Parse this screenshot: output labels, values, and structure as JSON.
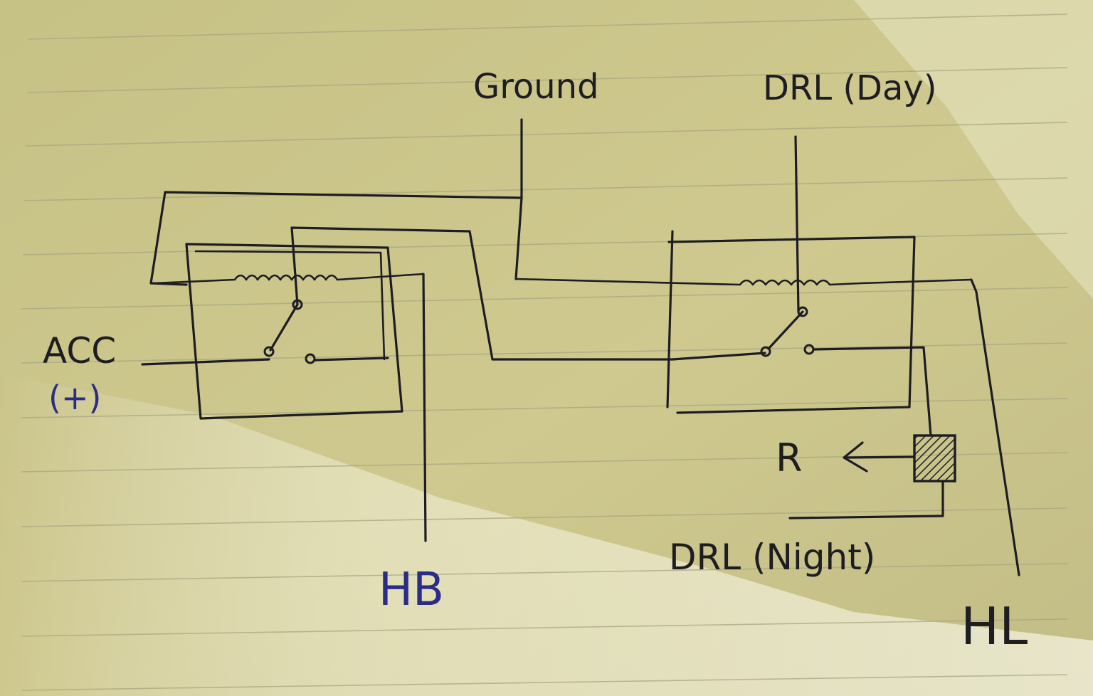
{
  "labels": {
    "ground": "Ground",
    "drl_day": "DRL (Day)",
    "acc": "ACC",
    "acc_plus": "(+)",
    "hb": "HB",
    "resistor": "R",
    "drl_night": "DRL (Night)",
    "hl": "HL"
  },
  "colors": {
    "paper": "#c9c48a",
    "ink_black": "#1d1d22",
    "ink_blue": "#2b2c86",
    "rule_line": "#a9a682"
  }
}
